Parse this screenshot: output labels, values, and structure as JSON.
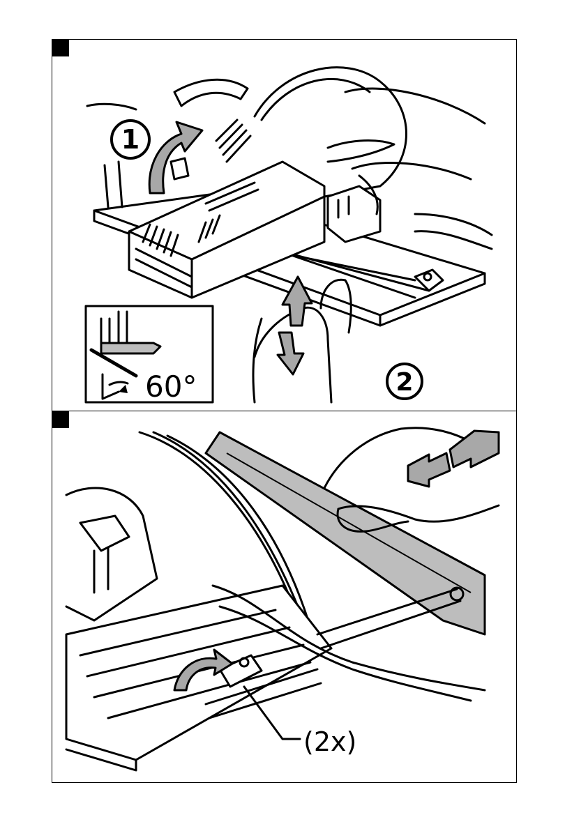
{
  "figures": [
    {
      "step_numbers": [
        "1",
        "2"
      ],
      "inset_angle": "60°"
    },
    {
      "callout": "(2x)"
    }
  ],
  "colors": {
    "line": "#000000",
    "shade": "#bdbdbd",
    "arrow_fill": "#a8a8a8"
  },
  "icons": [
    "rotate-arrow-icon",
    "up-down-arrows-icon",
    "angle-icon",
    "slide-arrows-icon",
    "turn-arrow-icon"
  ]
}
